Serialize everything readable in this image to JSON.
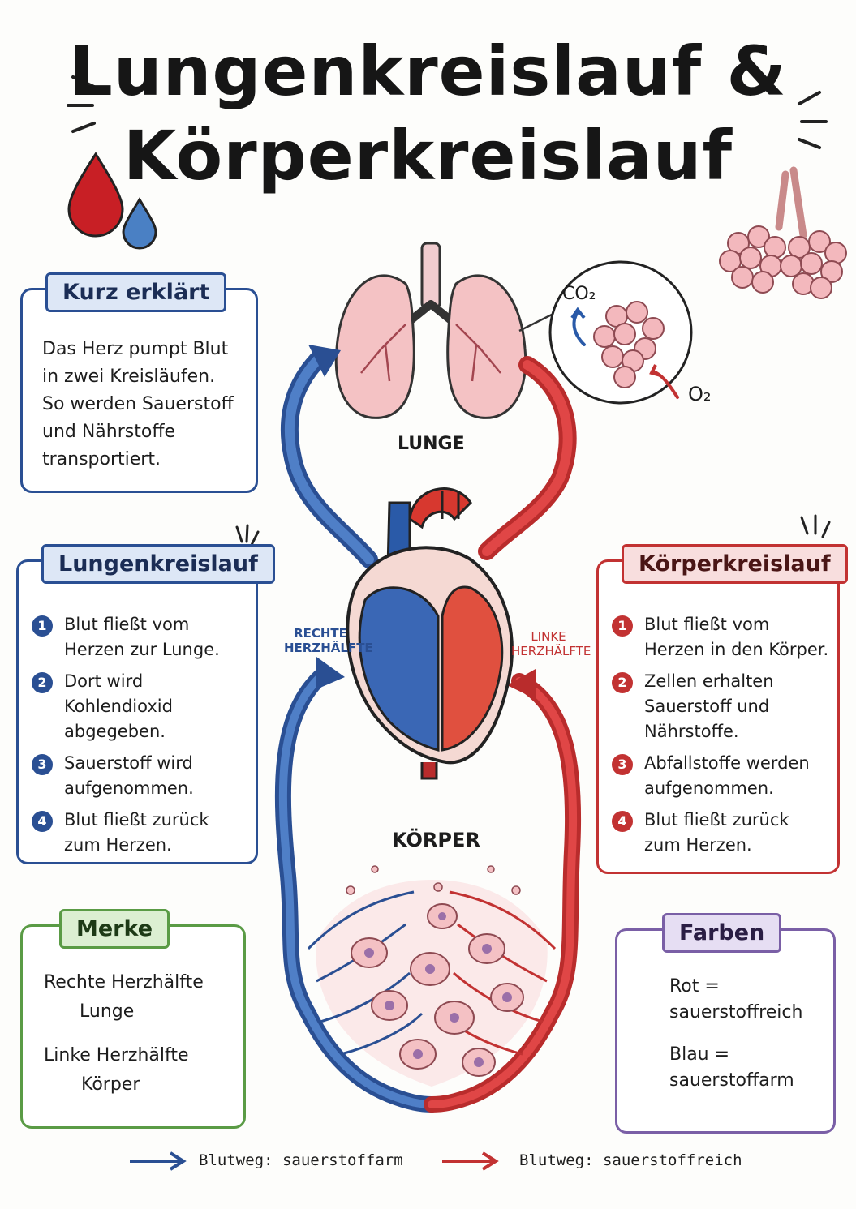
{
  "title": {
    "line1": "Lungenkreislauf &",
    "line2": "Körperkreislauf"
  },
  "kurz": {
    "heading": "Kurz erklärt",
    "lines": [
      "Das Herz pumpt Blut",
      "in zwei Kreisläufen.",
      "So werden Sauerstoff",
      "und Nährstoffe",
      "transportiert."
    ]
  },
  "lungenkreislauf": {
    "heading": "Lungenkreislauf",
    "steps": [
      {
        "n": "1",
        "text": "Blut fließt vom Herzen zur Lunge."
      },
      {
        "n": "2",
        "text": "Dort wird Kohlendioxid abgegeben."
      },
      {
        "n": "3",
        "text": "Sauerstoff wird aufgenommen."
      },
      {
        "n": "4",
        "text": "Blut fließt zurück zum Herzen."
      }
    ]
  },
  "koerperkreislauf": {
    "heading": "Körperkreislauf",
    "steps": [
      {
        "n": "1",
        "text": "Blut fließt vom Herzen in den Körper."
      },
      {
        "n": "2",
        "text": "Zellen erhalten Sauerstoff und Nährstoffe."
      },
      {
        "n": "3",
        "text": "Abfallstoffe werden aufgenommen."
      },
      {
        "n": "4",
        "text": "Blut fließt zurück zum Herzen."
      }
    ]
  },
  "merke": {
    "heading": "Merke",
    "line1": "Rechte Herzhälfte",
    "arrow1": "Lunge",
    "line2": "Linke Herzhälfte",
    "arrow2": "Körper"
  },
  "farben": {
    "heading": "Farben",
    "rot1": "Rot =",
    "rot2": "sauerstoffreich",
    "blau1": "Blau =",
    "blau2": "sauerstoffarm"
  },
  "diagram": {
    "lunge": "LUNGE",
    "koerper": "KÖRPER",
    "rechte1": "RECHTE",
    "rechte2": "HERZHÄLFTE",
    "linke1": "LINKE",
    "linke2": "HERZHÄLFTE",
    "co2": "CO₂",
    "o2": "O₂"
  },
  "legend": {
    "blue": "Blutweg: sauerstoffarm",
    "red": "Blutweg: sauerstoffreich"
  },
  "colors": {
    "blue": "#2a4f93",
    "red": "#c23232",
    "green": "#5a9b45",
    "purple": "#7a5fa6"
  }
}
